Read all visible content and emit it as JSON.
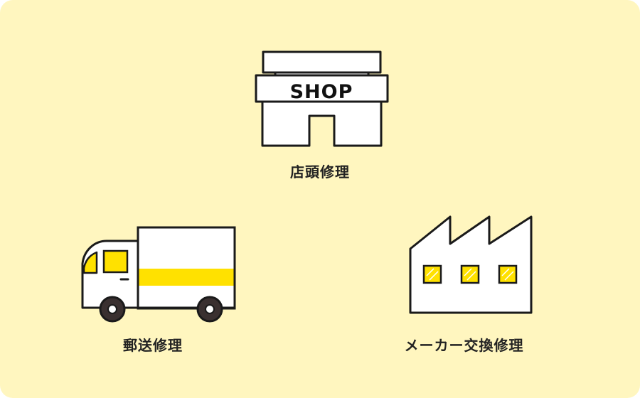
{
  "colors": {
    "background": "#fff6bf",
    "outline": "#1a1a1a",
    "fill": "#ffffff",
    "accent": "#ffe100",
    "tire": "#3a3030"
  },
  "shop": {
    "icon": "shop-icon",
    "sign_text": "SHOP",
    "label": "店頭修理"
  },
  "mail": {
    "icon": "truck-icon",
    "label": "郵送修理"
  },
  "factory": {
    "icon": "factory-icon",
    "label": "メーカー交換修理"
  }
}
